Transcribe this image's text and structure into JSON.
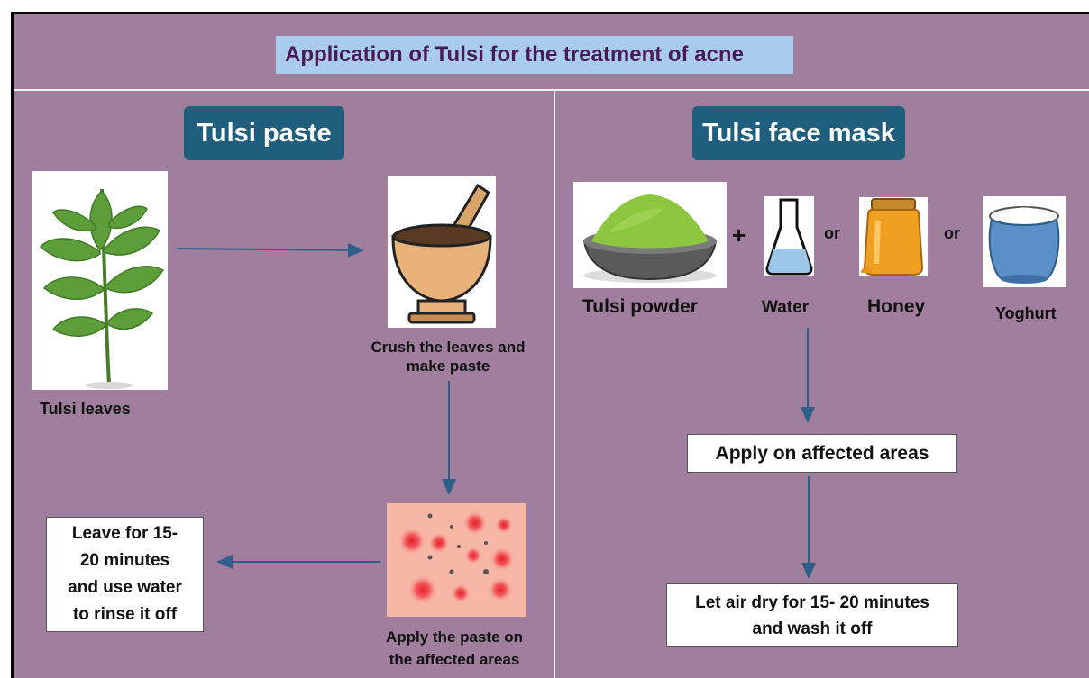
{
  "title": "Application of Tulsi for the treatment of acne",
  "left": {
    "heading": "Tulsi paste",
    "leaves_label": "Tulsi leaves",
    "crush_label_line1": "Crush the leaves and",
    "crush_label_line2": "make paste",
    "apply_label_line1": "Apply the paste  on",
    "apply_label_line2": "the affected areas",
    "leave_box": [
      "Leave for 15-",
      "20 minutes",
      "and use water",
      "to rinse it off"
    ]
  },
  "right": {
    "heading": "Tulsi face mask",
    "plus": "+",
    "or1": "or",
    "or2": "or",
    "ingredients": [
      "Tulsi powder",
      "Water",
      "Honey",
      "Yoghurt"
    ],
    "apply_box": "Apply on affected areas",
    "dry_box_line1": "Let air dry for 15- 20 minutes",
    "dry_box_line2": "and wash it off"
  },
  "colors": {
    "background": "#9f7f9d",
    "heading_fill": "#1f5e7c",
    "title_fill": "#a9cbee",
    "arrow": "#2e5f8a"
  },
  "icons": [
    "tulsi-plant-icon",
    "mortar-pestle-icon",
    "acne-skin-icon",
    "tulsi-powder-bowl-icon",
    "water-flask-icon",
    "honey-jar-icon",
    "yoghurt-pot-icon"
  ]
}
